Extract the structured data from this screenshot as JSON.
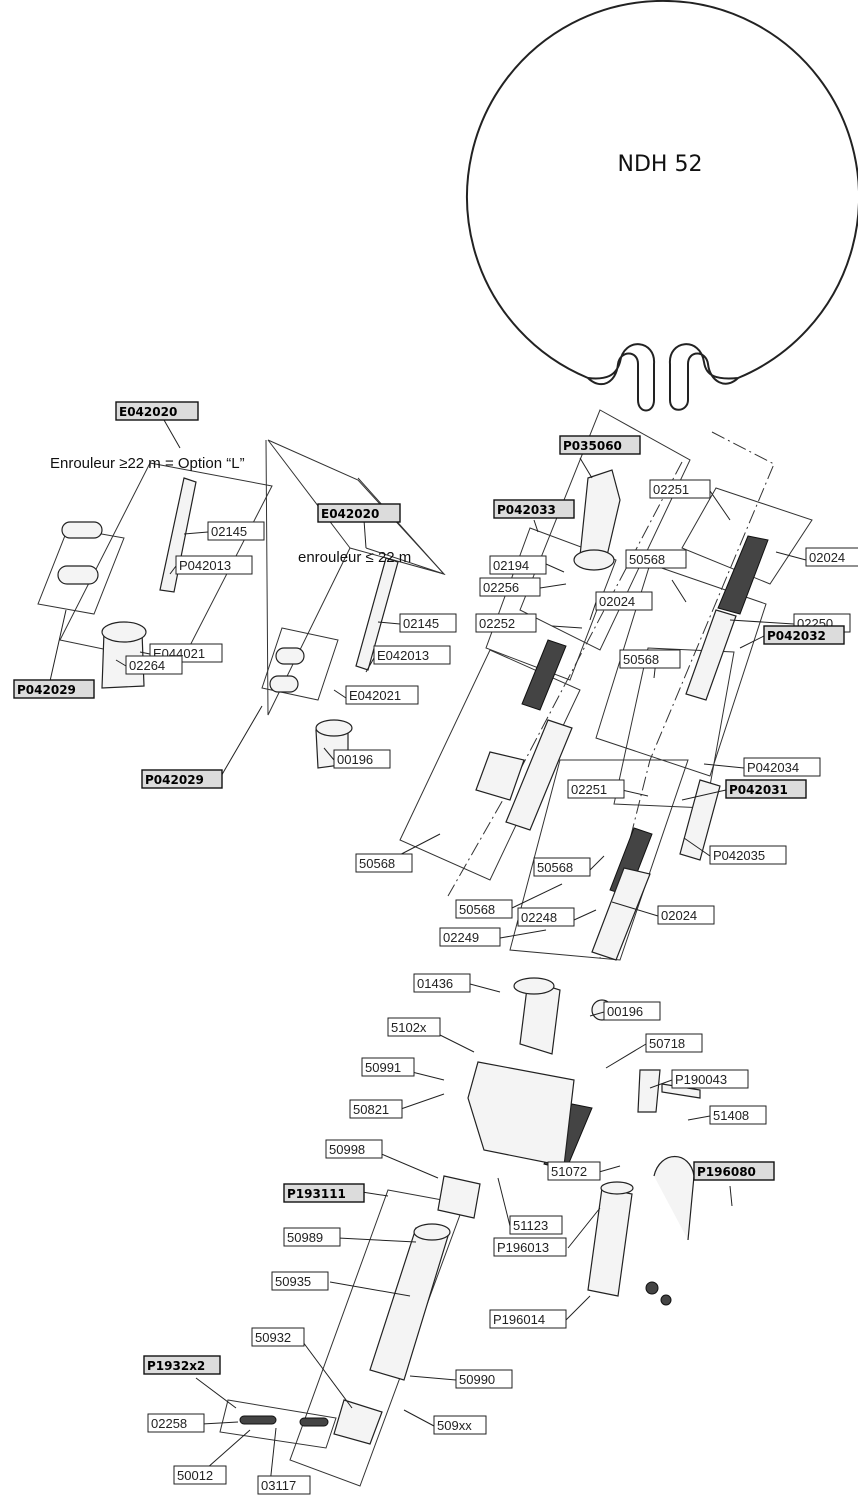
{
  "title": "NDH 52",
  "notes": {
    "option_l": "Enrouleur ≥22 m = Option “L”",
    "enrouleur_22": "enrouleur ≤ 22 m"
  },
  "labels": {
    "E042020_a": "E042020",
    "E042020_b": "E042020",
    "P035060": "P035060",
    "P042033": "P042033",
    "02251_a": "02251",
    "02024_a": "02024",
    "02145_a": "02145",
    "P042013": "P042013",
    "E044021": "E044021",
    "02264": "02264",
    "P042029_a": "P042029",
    "02145_b": "02145",
    "E042013": "E042013",
    "E042021": "E042021",
    "00196_a": "00196",
    "P042029_b": "P042029",
    "02194": "02194",
    "02256": "02256",
    "02252": "02252",
    "02024_b": "02024",
    "50568_a": "50568",
    "02250": "02250",
    "50568_b": "50568",
    "P042032": "P042032",
    "P042034": "P042034",
    "02251_b": "02251",
    "P042031": "P042031",
    "50568_c": "50568",
    "P042035": "P042035",
    "02248": "02248",
    "50568_d": "50568",
    "50568_e": "50568",
    "02024_c": "02024",
    "02249": "02249",
    "01436": "01436",
    "00196_b": "00196",
    "5102x": "5102x",
    "50718": "50718",
    "50991": "50991",
    "P190043": "P190043",
    "50821": "50821",
    "51408": "51408",
    "50998": "50998",
    "51072": "51072",
    "P196080": "P196080",
    "P193111": "P193111",
    "51123": "51123",
    "P196013": "P196013",
    "50989": "50989",
    "50935": "50935",
    "P196014": "P196014",
    "50932": "50932",
    "50990": "50990",
    "P1932x2": "P1932x2",
    "02258": "02258",
    "509xx": "509xx",
    "50012": "50012",
    "03117": "03117"
  }
}
